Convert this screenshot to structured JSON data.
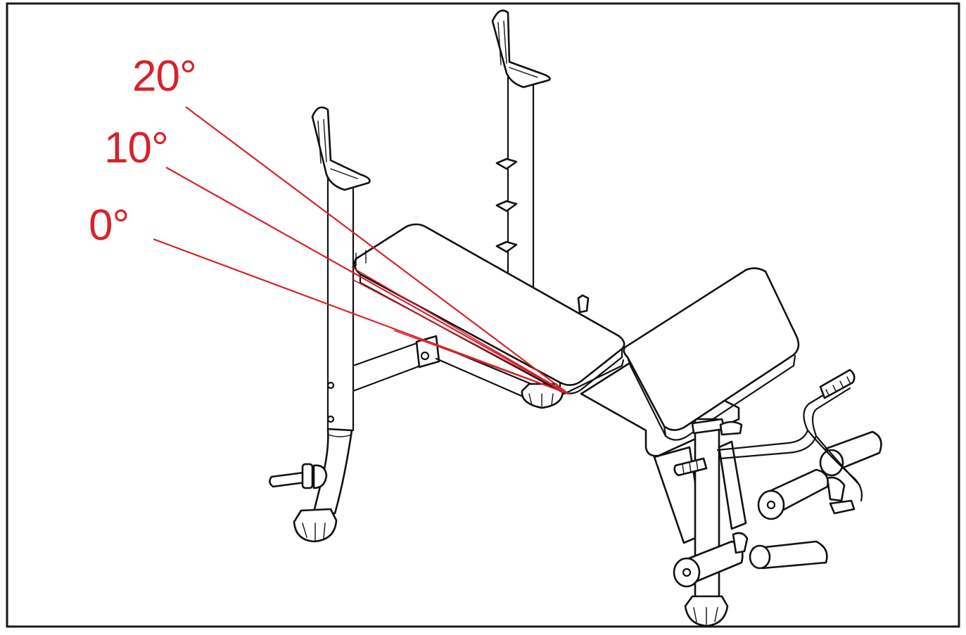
{
  "colors": {
    "frame": "#1a1a1a",
    "line_art": "#111111",
    "angle_lines": "#d6232a",
    "background": "#ffffff"
  },
  "angles": [
    {
      "id": "20",
      "label": "20°"
    },
    {
      "id": "10",
      "label": "10°"
    },
    {
      "id": "0",
      "label": "0°"
    }
  ]
}
